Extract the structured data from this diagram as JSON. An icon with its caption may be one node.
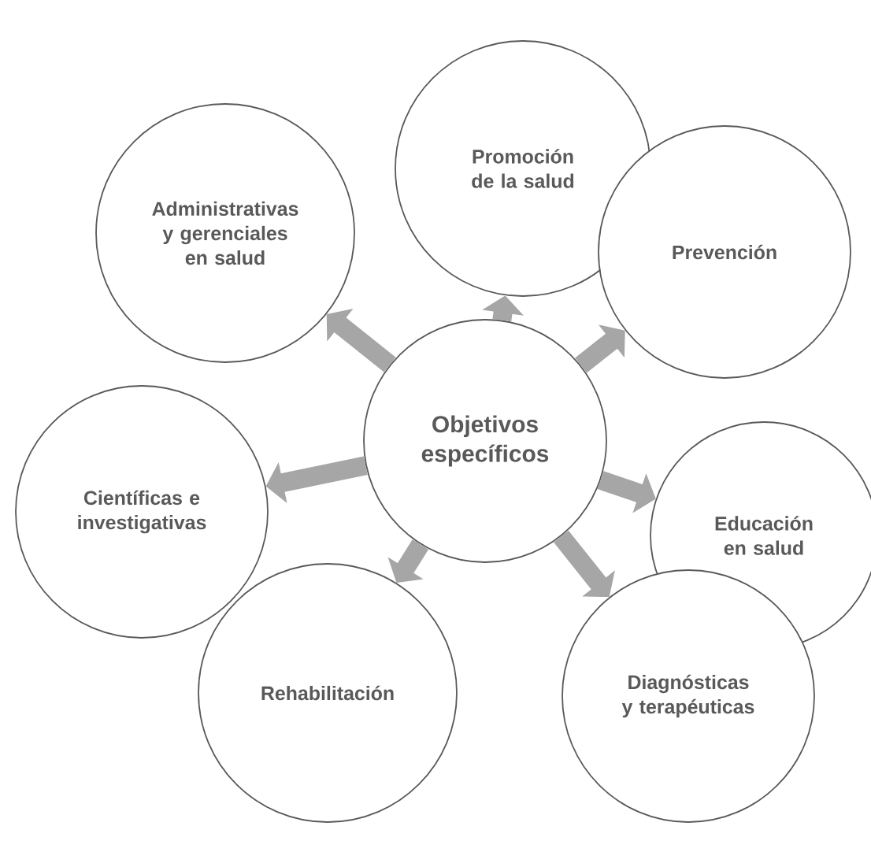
{
  "diagram": {
    "nodes": [
      {
        "text": [
          "Objetivos específicos"
        ]
      },
      {
        "text": [
          "Promoción de la salud"
        ]
      },
      {
        "text": [
          "Prevención"
        ]
      },
      {
        "text": [
          "Educación en salud"
        ]
      },
      {
        "text": [
          "Diagnósticas y terapéuticas"
        ]
      },
      {
        "text": [
          "Rehabilitación"
        ]
      },
      {
        "text": [
          "Científicas e investigativas"
        ]
      },
      {
        "text": [
          "Administrativas y gerenciales en salud"
        ]
      }
    ],
    "edges": [
      {
        "from": 0,
        "to": 1,
        "arrow": "to"
      },
      {
        "from": 0,
        "to": 2,
        "arrow": "to"
      },
      {
        "from": 0,
        "to": 3,
        "arrow": "to"
      },
      {
        "from": 0,
        "to": 4,
        "arrow": "to"
      },
      {
        "from": 0,
        "to": 5,
        "arrow": "to"
      },
      {
        "from": 0,
        "to": 6,
        "arrow": "to"
      },
      {
        "from": 0,
        "to": 7,
        "arrow": "to"
      }
    ]
  }
}
